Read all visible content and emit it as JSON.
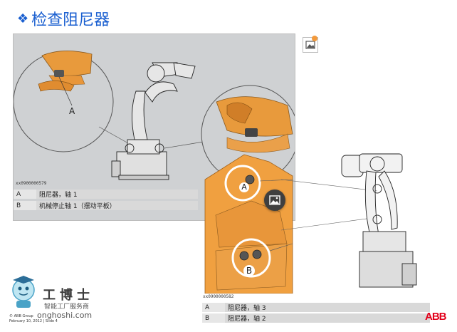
{
  "title": "检查阻尼器",
  "title_bullet": "❖",
  "panel1": {
    "ref_id": "xx0900000579",
    "callout_a": "A",
    "rows": [
      {
        "key": "A",
        "value": "阻尼器，轴 1"
      },
      {
        "key": "B",
        "value": "机械停止轴 1（摆动平板）"
      }
    ]
  },
  "panel2": {
    "ref_id": "xx0900000582",
    "label_a": "A",
    "label_b": "B",
    "rows": [
      {
        "key": "A",
        "value": "阻尼器，轴 3"
      },
      {
        "key": "B",
        "value": "阻尼器，轴 2"
      }
    ]
  },
  "watermark": {
    "brand": "工博士",
    "tagline": "智能工厂服务商",
    "url": "onghoshi.com"
  },
  "footer": {
    "line1": "© ABB Group",
    "line2": "February 10, 2012 | Slide 4"
  },
  "abb_logo": "ABB",
  "colors": {
    "title": "#1a5fd0",
    "accent_orange": "#f0a040",
    "abb_red": "#e2001a"
  },
  "icons": [
    "image-icon",
    "image-fab-icon",
    "robot-figure"
  ]
}
